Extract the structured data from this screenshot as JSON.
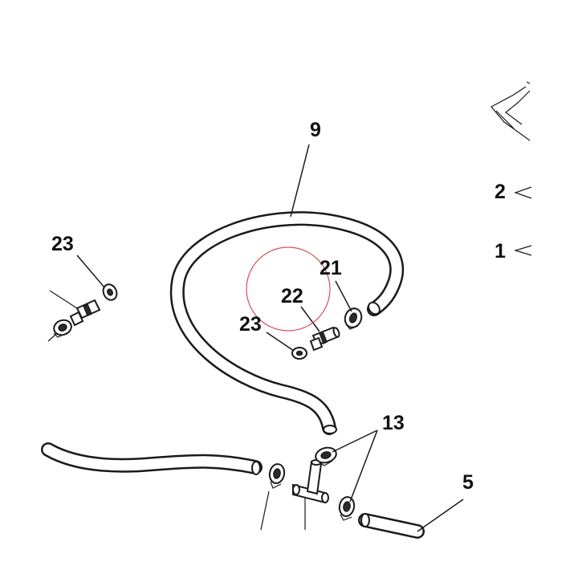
{
  "callouts": {
    "hose": "9",
    "pipe": "5",
    "clamps": "13",
    "clip": "21",
    "fitting": "22",
    "washer_left": "23",
    "washer_center": "23",
    "edge_upper": "2",
    "edge_lower": "1"
  },
  "colors": {
    "line": "#1a1a1a",
    "highlight": "#d4505c",
    "background": "#ffffff"
  }
}
